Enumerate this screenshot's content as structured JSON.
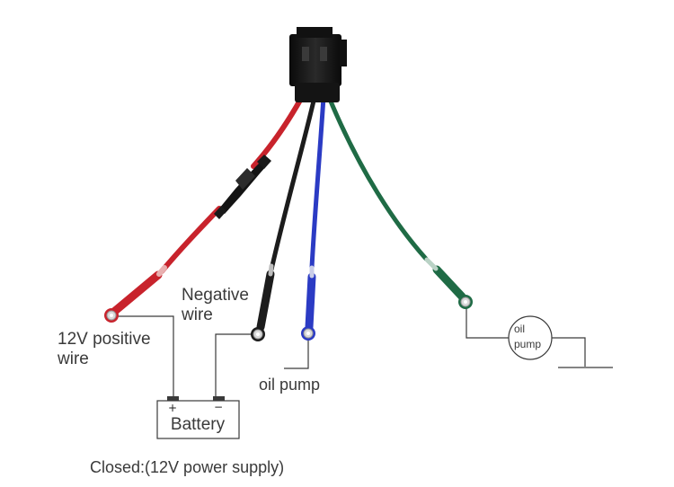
{
  "labels": {
    "positive_line1": "12V positive",
    "positive_line2": "wire",
    "negative_line1": "Negative",
    "negative_line2": "wire",
    "oil_pump": "oil pump",
    "pump_circle_line1": "oil",
    "pump_circle_line2": "pump",
    "battery": "Battery",
    "battery_plus": "+",
    "battery_minus": "−",
    "caption": "Closed:(12V power supply)"
  },
  "colors": {
    "red_wire": "#c8232c",
    "black_wire": "#1c1c1c",
    "blue_wire": "#2b3bc4",
    "green_wire": "#1f6b45",
    "connector": "#151515",
    "schematic_line": "#3a3a3a",
    "ring_terminal": "#c8c8c8"
  }
}
